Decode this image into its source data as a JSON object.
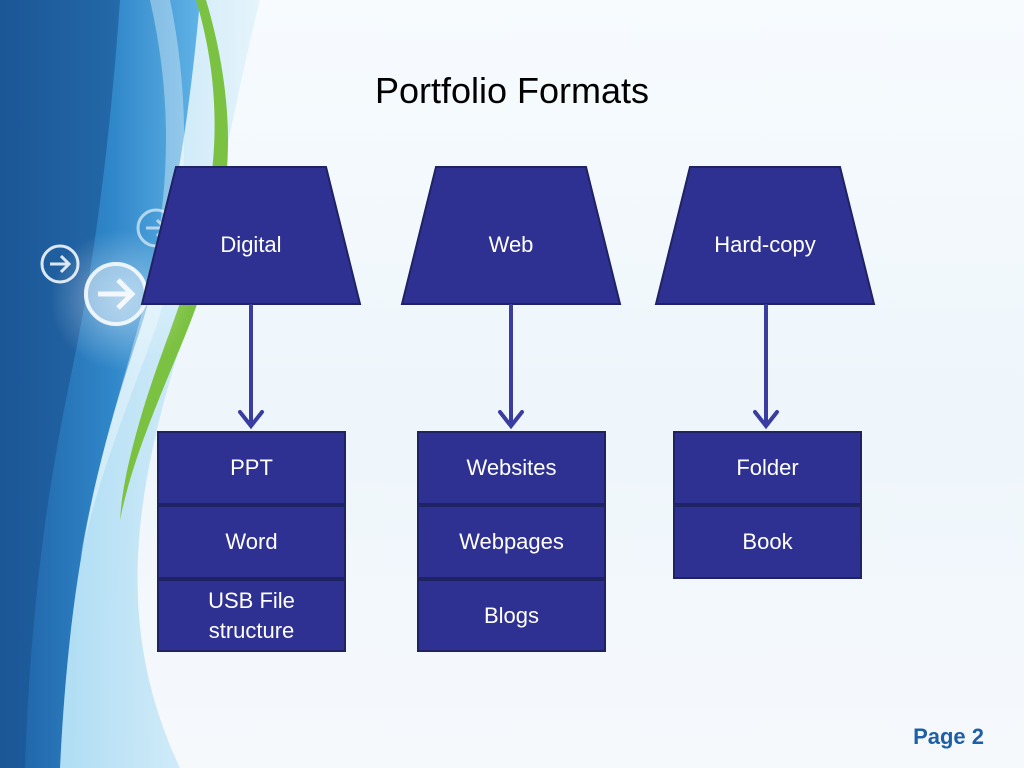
{
  "slide": {
    "title": "Portfolio Formats",
    "page_label": "Page 2"
  },
  "diagram": {
    "columns": [
      {
        "header": "Digital",
        "items": [
          "PPT",
          "Word",
          "USB File structure"
        ]
      },
      {
        "header": "Web",
        "items": [
          "Websites",
          "Webpages",
          "Blogs"
        ]
      },
      {
        "header": "Hard-copy",
        "items": [
          "Folder",
          "Book"
        ]
      }
    ]
  },
  "colors": {
    "shape_fill": "#2e3192",
    "shape_border": "#1f2263",
    "arrow": "#3a3da0",
    "page_label": "#1f5fa8"
  },
  "icons": [
    "arrow-right-circle-icon",
    "arrow-right-circle-icon",
    "arrow-right-circle-icon"
  ]
}
